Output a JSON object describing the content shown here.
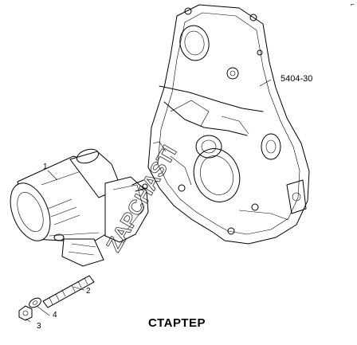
{
  "diagram": {
    "title": "СТАРТЕР",
    "part_code": "5404-30",
    "callouts": [
      "1",
      "2",
      "3",
      "4"
    ],
    "watermark": "ZAPCHASTI",
    "corner_mark": "⌐"
  }
}
